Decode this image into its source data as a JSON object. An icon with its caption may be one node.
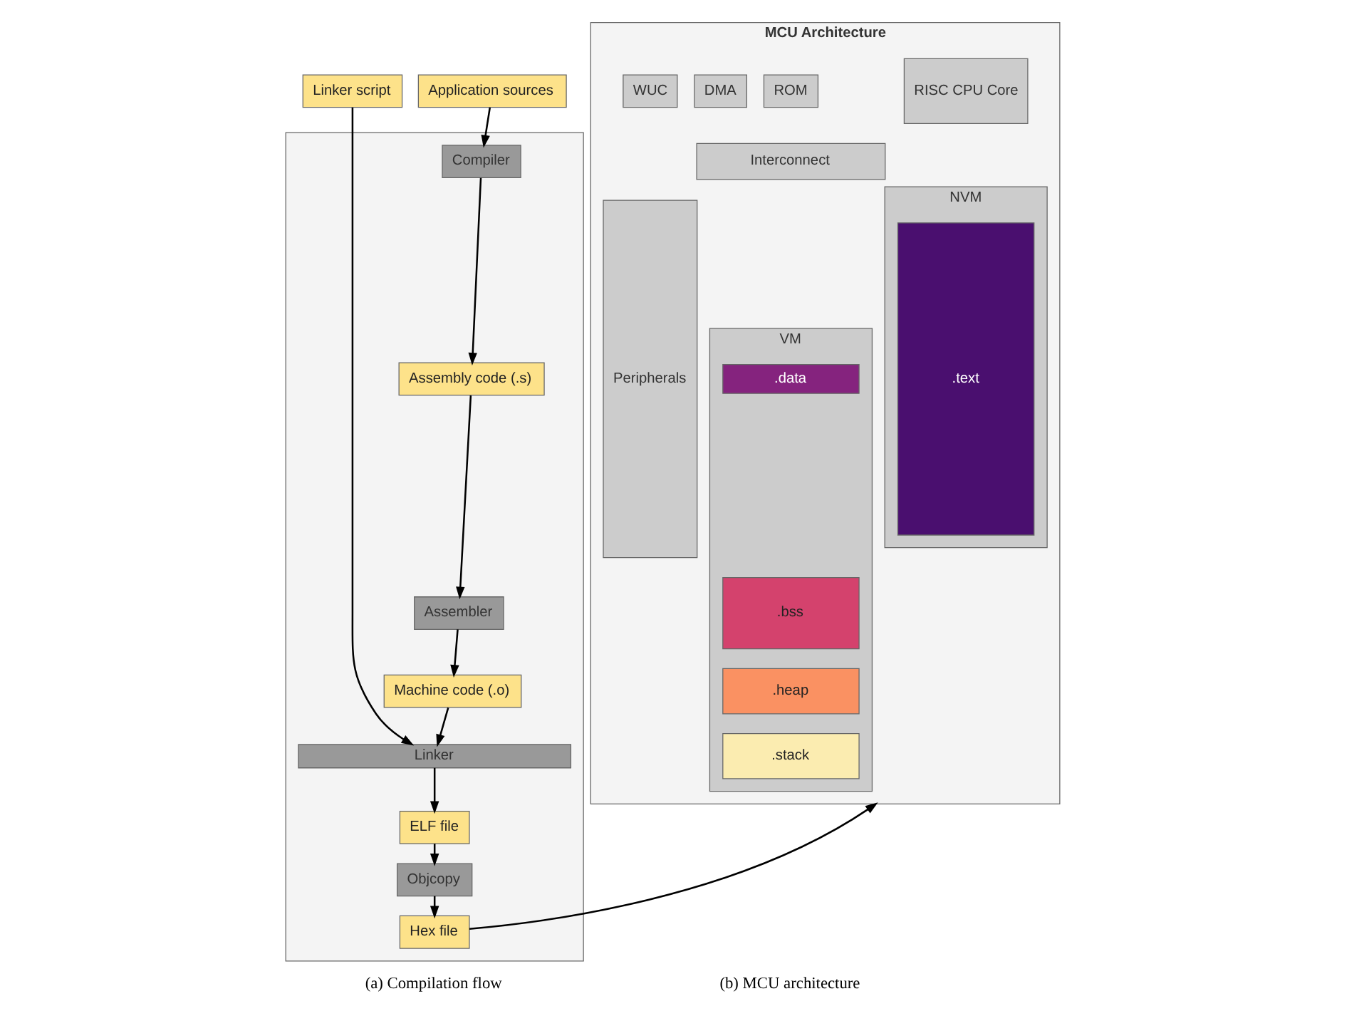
{
  "diagram": {
    "nodes": [
      {
        "text": [
          "Linker script"
        ]
      },
      {
        "text": [
          "Application sources"
        ]
      },
      {
        "text": [],
        "shape": "box"
      },
      {
        "text": [
          "Compiler"
        ],
        "in": 2
      },
      {
        "text": [
          "Assembly code (.s)"
        ],
        "in": 2
      },
      {
        "text": [
          "Assembler"
        ],
        "in": 2
      },
      {
        "text": [
          "Machine code (.o)"
        ],
        "in": 2
      },
      {
        "text": [
          "Linker"
        ],
        "in": 2
      },
      {
        "text": [
          "ELF file"
        ],
        "in": 2
      },
      {
        "text": [
          "Objcopy"
        ],
        "in": 2
      },
      {
        "text": [
          "Hex file"
        ],
        "in": 2
      },
      {
        "text": [
          "MCU Architecture"
        ]
      },
      {
        "text": [
          "RISC CPU Core"
        ],
        "in": 11
      },
      {
        "text": [
          "ROM"
        ],
        "in": 11
      },
      {
        "text": [
          "DMA"
        ],
        "in": 11
      },
      {
        "text": [
          "WUC"
        ],
        "in": 11
      },
      {
        "text": [
          "Interconnect"
        ],
        "in": 11
      },
      {
        "text": [
          "Peripherals"
        ],
        "in": 11
      },
      {
        "text": [
          "NVM"
        ],
        "in": 11
      },
      {
        "text": [
          ".text"
        ],
        "in": 18
      },
      {
        "text": [
          "VM"
        ],
        "in": 11
      },
      {
        "text": [
          ".data"
        ],
        "in": 20
      },
      {
        "text": [
          ".bss"
        ],
        "in": 20
      },
      {
        "text": [
          ".heap"
        ],
        "in": 20
      },
      {
        "text": [
          ".stack"
        ],
        "in": 20
      }
    ],
    "edges": [
      {
        "from": 1,
        "to": 3,
        "arrow": "to"
      },
      {
        "from": 3,
        "to": 4,
        "arrow": "to"
      },
      {
        "from": 4,
        "to": 5,
        "arrow": "to"
      },
      {
        "from": 5,
        "to": 6,
        "arrow": "to"
      },
      {
        "from": 6,
        "to": 7,
        "arrow": "to"
      },
      {
        "from": 0,
        "to": 7,
        "arrow": "to"
      },
      {
        "from": 7,
        "to": 8,
        "arrow": "to"
      },
      {
        "from": 8,
        "to": 9,
        "arrow": "to"
      },
      {
        "from": 9,
        "to": 10,
        "arrow": "to"
      },
      {
        "from": 10,
        "to": 11,
        "arrow": "to"
      }
    ],
    "labels": [
      "(a) Compilation flow",
      "(b) MCU architecture"
    ]
  }
}
